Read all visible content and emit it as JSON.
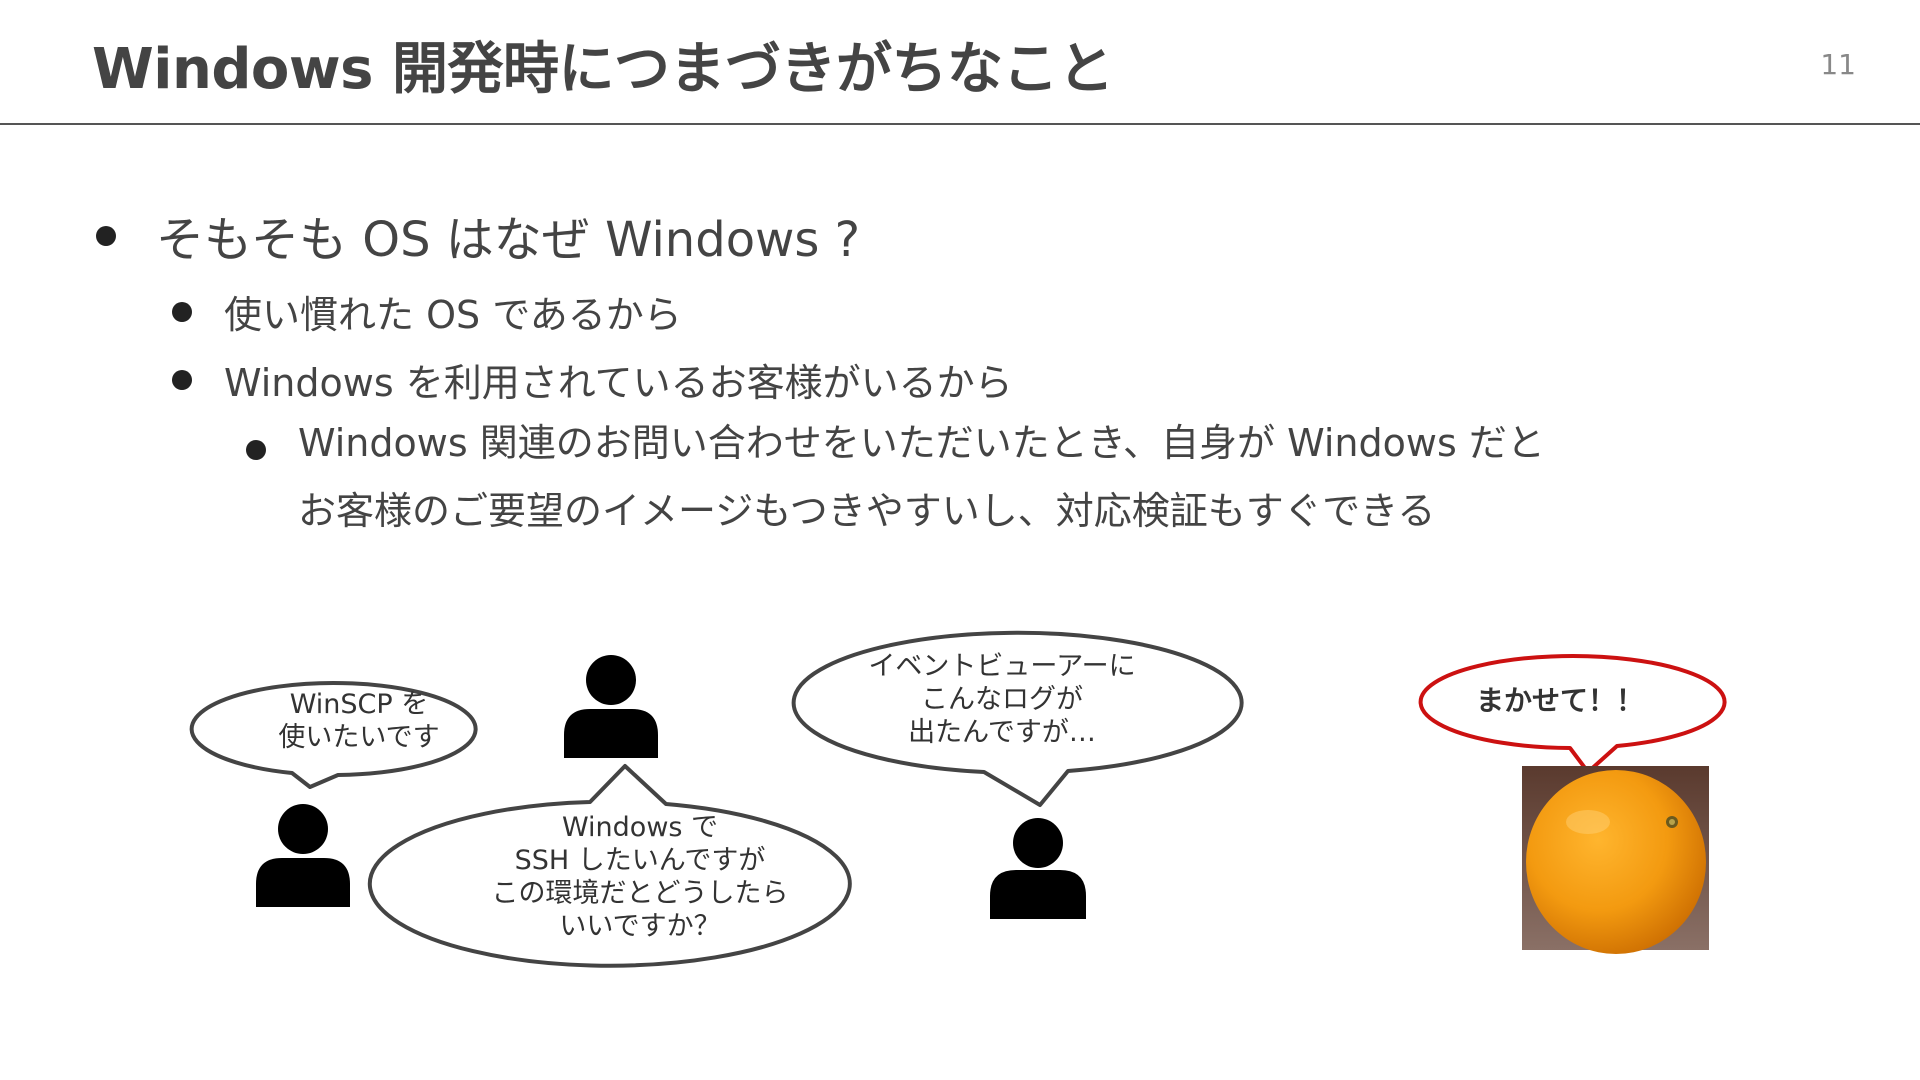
{
  "slide": {
    "title": "Windows 開発時につまづきがちなこと",
    "page_number": "11"
  },
  "bullets": {
    "level1": "そもそも OS はなぜ Windows ?",
    "level2": [
      "使い慣れた OS であるから",
      "Windows を利用されているお客様がいるから"
    ],
    "level3": {
      "line1": "Windows 関連のお問い合わせをいただいたとき、自身が Windows だと",
      "line2": "お客様のご要望のイメージもつきやすいし、対応検証もすぐできる"
    }
  },
  "speech_bubbles": {
    "winscp": [
      "WinSCP を",
      "使いたいです"
    ],
    "ssh": [
      "Windows で",
      "SSH したいんですが",
      "この環境だとどうしたら",
      "いいですか？"
    ],
    "eventviewer": [
      "イベントビューアーに",
      "こんなログが",
      "出たんですが…"
    ],
    "orange": "まかせて！！"
  },
  "colors": {
    "bubble_outline": "#444444",
    "orange_bubble_outline": "#cc1111",
    "person": "#000000",
    "orange_fruit": "#f39a10"
  },
  "icons": {
    "person": "person-icon",
    "bullet": "bullet-dot"
  }
}
